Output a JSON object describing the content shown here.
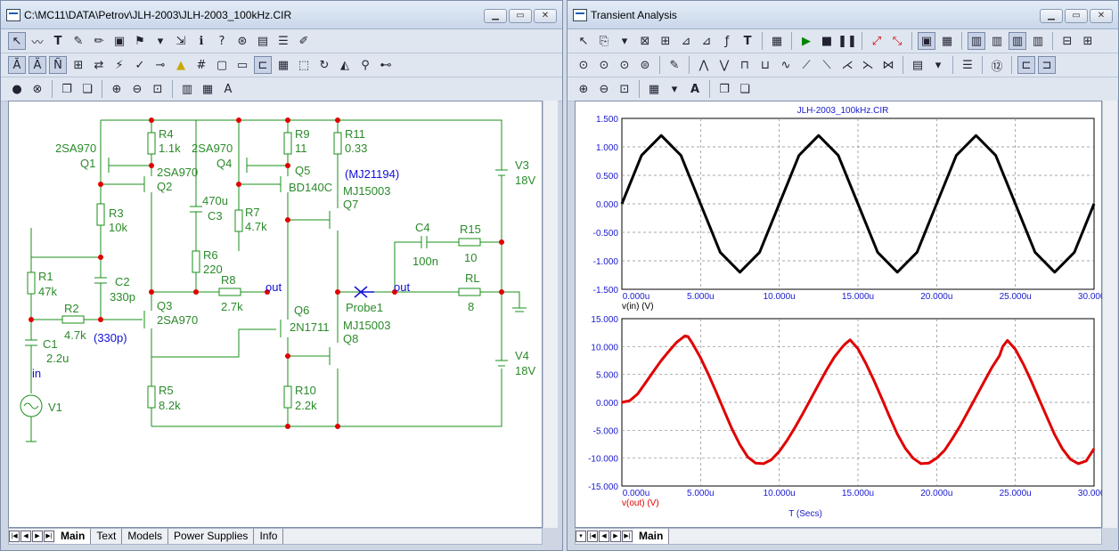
{
  "left_window": {
    "title": "C:\\MC11\\DATA\\Petrov\\JLH-2003\\JLH-2003_100kHz.CIR",
    "tabs": [
      "Main",
      "Text",
      "Models",
      "Power Supplies",
      "Info"
    ],
    "active_tab": "Main",
    "schematic": {
      "components": [
        {
          "ref": "R4",
          "value": "1.1k"
        },
        {
          "ref": "R9",
          "value": "11"
        },
        {
          "ref": "R11",
          "value": "0.33"
        },
        {
          "ref": "Q1",
          "value": "2SA970"
        },
        {
          "ref": "Q2",
          "value": "2SA970"
        },
        {
          "ref": "Q4",
          "value": "2SA970"
        },
        {
          "ref": "Q5",
          "value": "BD140C"
        },
        {
          "ref": "Q7",
          "value": "MJ15003",
          "alt": "(MJ21194)"
        },
        {
          "ref": "R3",
          "value": "10k"
        },
        {
          "ref": "C3",
          "value": "470u"
        },
        {
          "ref": "R7",
          "value": "4.7k"
        },
        {
          "ref": "V3",
          "value": "18V"
        },
        {
          "ref": "R6",
          "value": "220"
        },
        {
          "ref": "C2",
          "value": "330p"
        },
        {
          "ref": "R1",
          "value": "47k"
        },
        {
          "ref": "R8",
          "value": "2.7k"
        },
        {
          "ref": "C4",
          "value": "100n"
        },
        {
          "ref": "R15",
          "value": "10"
        },
        {
          "ref": "RL",
          "value": "8"
        },
        {
          "ref": "Q3",
          "value": "2SA970",
          "alt": "(330p)"
        },
        {
          "ref": "R2",
          "value": "4.7k"
        },
        {
          "ref": "Q6",
          "value": "2N1711"
        },
        {
          "ref": "Q8",
          "value": "MJ15003"
        },
        {
          "ref": "C1",
          "value": "2.2u"
        },
        {
          "ref": "V4",
          "value": "18V"
        },
        {
          "ref": "R5",
          "value": "8.2k"
        },
        {
          "ref": "R10",
          "value": "2.2k"
        },
        {
          "ref": "V1",
          "value": ""
        }
      ],
      "nodes": [
        "out",
        "out",
        "in"
      ],
      "probe": "Probe1"
    }
  },
  "right_window": {
    "title": "Transient Analysis",
    "tabs": [
      "Main"
    ],
    "plot_title": "JLH-2003_100kHz.CIR",
    "x_axis_label": "T (Secs)",
    "x_ticks": [
      "0.000u",
      "5.000u",
      "10.000u",
      "15.000u",
      "20.000u",
      "25.000u",
      "30.000u"
    ]
  },
  "chart_data": [
    {
      "type": "line",
      "title": "JLH-2003_100kHz.CIR",
      "ylabel": "v(in) (V)",
      "xlabel": "",
      "color": "#000000",
      "xlim": [
        0,
        30
      ],
      "ylim": [
        -1.5,
        1.5
      ],
      "y_ticks": [
        "1.500",
        "1.000",
        "0.500",
        "0.000",
        "-0.500",
        "-1.000",
        "-1.500"
      ],
      "x_ticks": [
        "0.000u",
        "5.000u",
        "10.000u",
        "15.000u",
        "20.000u",
        "25.000u",
        "30.000u"
      ],
      "series": [
        {
          "name": "v(in)",
          "x": [
            0,
            1.25,
            2.5,
            3.75,
            5,
            6.25,
            7.5,
            8.75,
            10,
            11.25,
            12.5,
            13.75,
            15,
            16.25,
            17.5,
            18.75,
            20,
            21.25,
            22.5,
            23.75,
            25,
            26.25,
            27.5,
            28.75,
            30
          ],
          "y": [
            0,
            0.85,
            1.2,
            0.85,
            0,
            -0.85,
            -1.2,
            -0.85,
            0,
            0.85,
            1.2,
            0.85,
            0,
            -0.85,
            -1.2,
            -0.85,
            0,
            0.85,
            1.2,
            0.85,
            0,
            -0.85,
            -1.2,
            -0.85,
            0
          ]
        }
      ],
      "grid": true
    },
    {
      "type": "line",
      "ylabel": "v(out) (V)",
      "xlabel": "T (Secs)",
      "color": "#e00000",
      "xlim": [
        0,
        30
      ],
      "ylim": [
        -15,
        15
      ],
      "y_ticks": [
        "15.000",
        "10.000",
        "5.000",
        "0.000",
        "-5.000",
        "-10.000",
        "-15.000"
      ],
      "x_ticks": [
        "0.000u",
        "5.000u",
        "10.000u",
        "15.000u",
        "20.000u",
        "25.000u",
        "30.000u"
      ],
      "series": [
        {
          "name": "v(out)",
          "x": [
            0,
            0.5,
            1,
            1.5,
            2,
            2.5,
            3,
            3.5,
            4,
            4.2,
            4.5,
            5,
            5.5,
            6,
            6.5,
            7,
            7.5,
            8,
            8.5,
            9,
            9.5,
            10,
            10.5,
            11,
            11.5,
            12,
            12.5,
            13,
            13.5,
            14,
            14.2,
            14.5,
            15,
            15.5,
            16,
            16.5,
            17,
            17.5,
            18,
            18.5,
            19,
            19.5,
            20,
            20.5,
            21,
            21.5,
            22,
            22.5,
            23,
            23.5,
            24,
            24.2,
            24.5,
            25,
            25.5,
            26,
            26.5,
            27,
            27.5,
            28,
            28.5,
            29,
            29.5,
            30
          ],
          "y": [
            0,
            0.3,
            1.5,
            3.5,
            5.5,
            7.5,
            9.2,
            10.8,
            11.9,
            11.8,
            10.5,
            8,
            5,
            1.8,
            -1.5,
            -4.8,
            -7.6,
            -9.8,
            -10.9,
            -11,
            -10.3,
            -8.8,
            -6.8,
            -4.5,
            -2,
            0.6,
            3.2,
            5.8,
            8.1,
            9.9,
            10.5,
            11.2,
            9.6,
            7,
            4,
            0.8,
            -2.5,
            -5.7,
            -8.2,
            -10,
            -11,
            -10.9,
            -10,
            -8.6,
            -6.5,
            -4.2,
            -1.6,
            1,
            3.6,
            6.2,
            8.4,
            10,
            11.1,
            9.5,
            6.9,
            3.9,
            0.6,
            -2.6,
            -5.8,
            -8.4,
            -10.2,
            -11,
            -10.5,
            -8.3
          ]
        }
      ],
      "grid": true
    }
  ]
}
